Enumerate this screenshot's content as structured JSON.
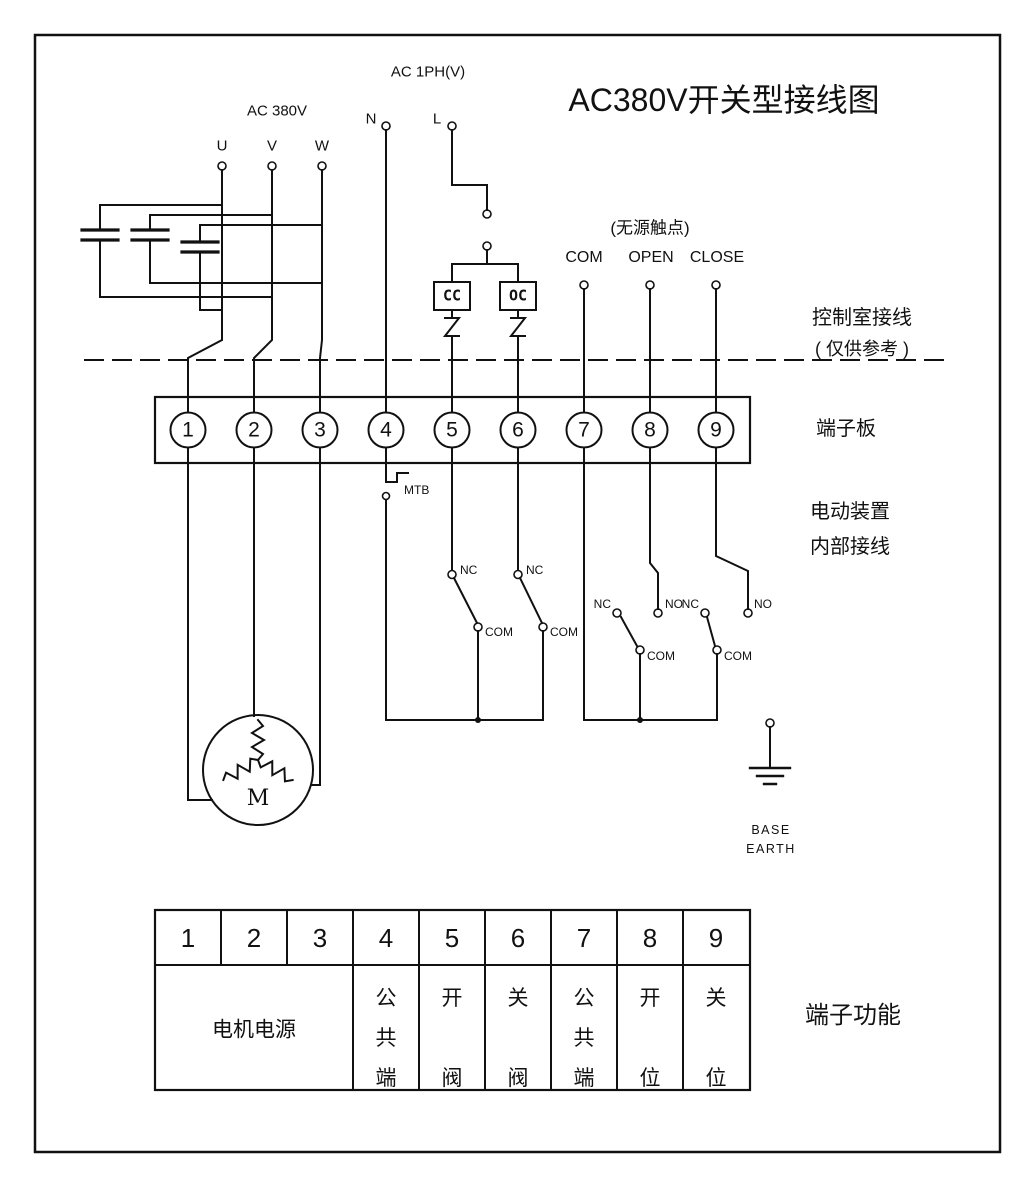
{
  "title": "AC380V开关型接线图",
  "power_supply": {
    "three_phase": {
      "label": "AC 380V",
      "phase_u": "U",
      "phase_v": "V",
      "phase_w": "W"
    },
    "single_phase": {
      "label": "AC 1PH(V)",
      "neutral": "N",
      "live": "L"
    }
  },
  "control_room": {
    "note": "(无源触点)",
    "com": "COM",
    "open": "OPEN",
    "close": "CLOSE",
    "cc": "CC",
    "oc": "OC",
    "section_label_1": "控制室接线",
    "section_label_2": "( 仅供参考 )"
  },
  "terminal_board": {
    "label": "端子板",
    "numbers": [
      "1",
      "2",
      "3",
      "4",
      "5",
      "6",
      "7",
      "8",
      "9"
    ]
  },
  "internal_wiring": {
    "section_label_1": "电动装置",
    "section_label_2": "内部接线",
    "mtb": "MTB",
    "open_limit": {
      "nc": "NC",
      "com": "COM"
    },
    "close_limit": {
      "nc": "NC",
      "com": "COM"
    },
    "open_position": {
      "nc": "NC",
      "no": "NO",
      "com": "COM"
    },
    "close_position": {
      "nc": "NC",
      "no": "NO",
      "com": "COM"
    },
    "motor": "M",
    "earth": {
      "line1": "BASE",
      "line2": "EARTH"
    }
  },
  "function_table": {
    "label": "端子功能",
    "headers": [
      "1",
      "2",
      "3",
      "4",
      "5",
      "6",
      "7",
      "8",
      "9"
    ],
    "motor_power": "电机电源",
    "cells": [
      {
        "terminal": "4",
        "function": "公共端"
      },
      {
        "terminal": "5",
        "function": "开阀"
      },
      {
        "terminal": "6",
        "function": "关阀"
      },
      {
        "terminal": "7",
        "function": "公共端"
      },
      {
        "terminal": "8",
        "function": "开位"
      },
      {
        "terminal": "9",
        "function": "关位"
      }
    ]
  }
}
